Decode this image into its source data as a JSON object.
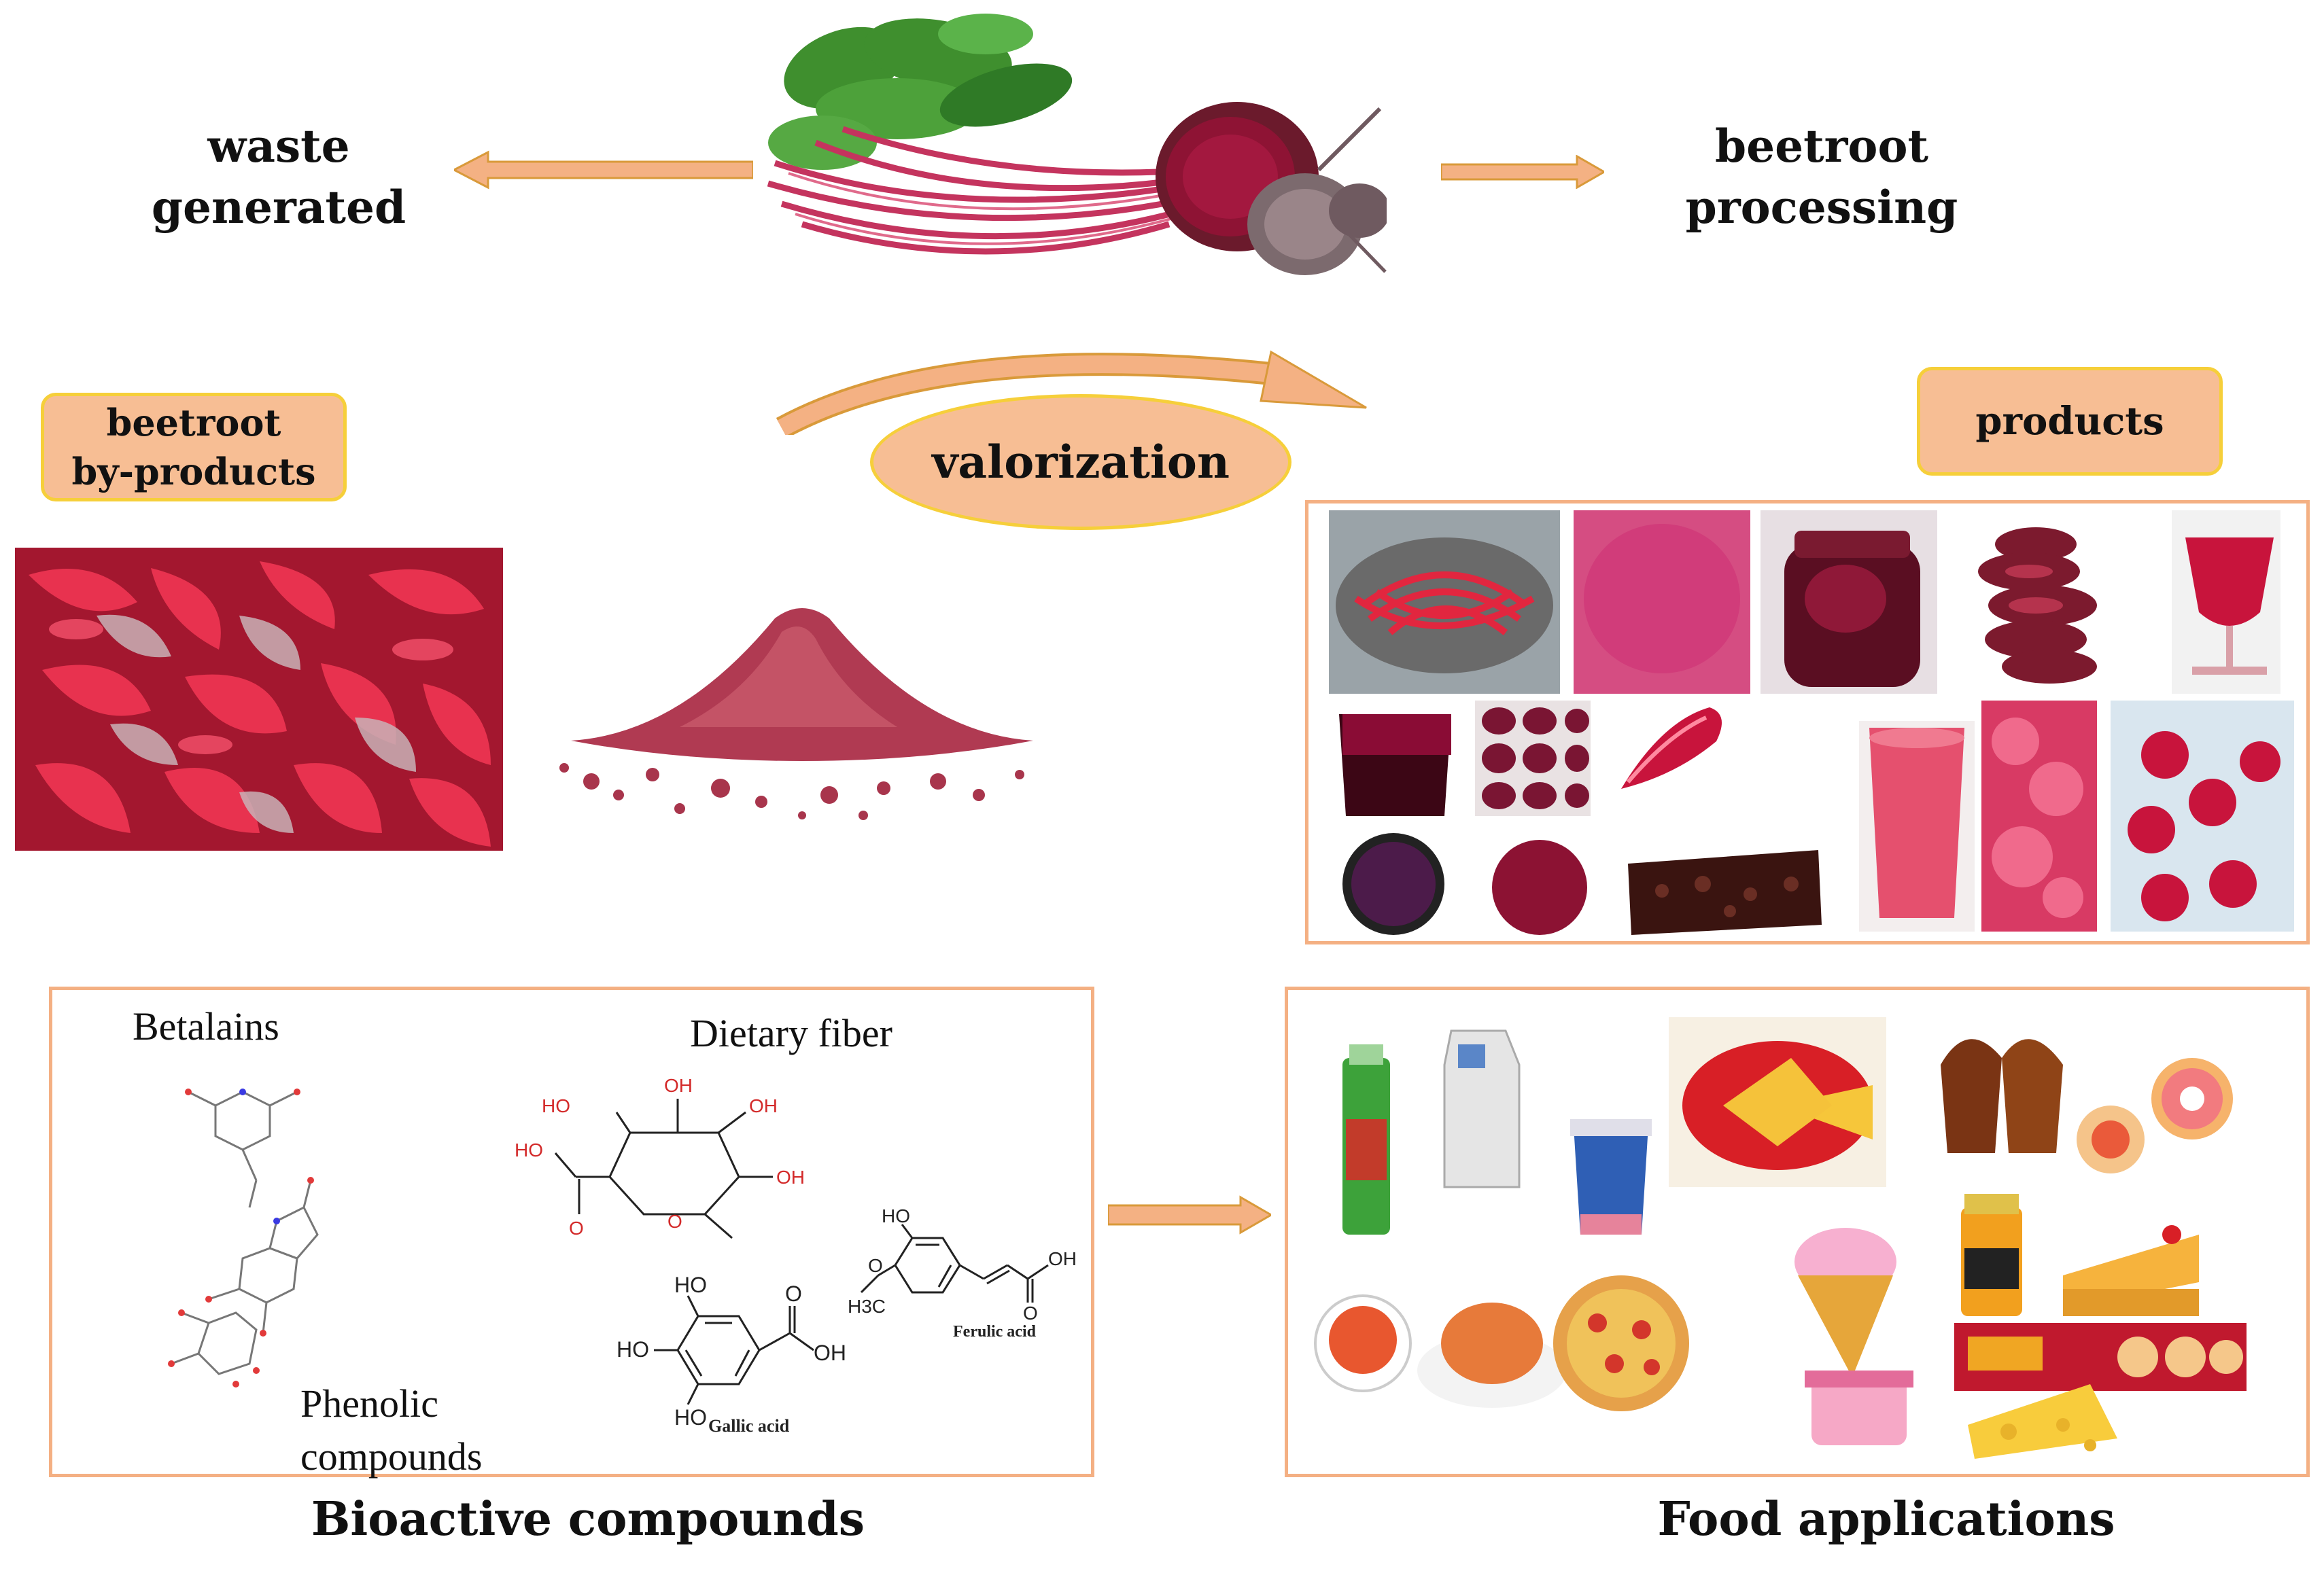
{
  "top": {
    "left_label_line1": "waste",
    "left_label_line2": "generated",
    "right_label_line1": "beetroot",
    "right_label_line2": "processing"
  },
  "center": {
    "valorization": "valorization"
  },
  "byproducts": {
    "label_line1": "beetroot",
    "label_line2": "by-products"
  },
  "products": {
    "label": "products"
  },
  "bioactive": {
    "title": "Bioactive compounds",
    "betalains": "Betalains",
    "dietary_fiber": "Dietary fiber",
    "phenolic_line1": "Phenolic",
    "phenolic_line2": "compounds",
    "gallic_acid": "Gallic acid",
    "ferulic_acid": "Ferulic acid",
    "chem_labels": {
      "ho": "HO",
      "oh": "OH",
      "o": "O",
      "h3c": "H3C"
    }
  },
  "food": {
    "title": "Food applications"
  },
  "colors": {
    "arrow_fill": "#f4b183",
    "arrow_stroke": "#d99a3a",
    "label_fill": "#f7be94",
    "label_border": "#f6cf3a",
    "frame_border": "#f4b083",
    "beet_red": "#c2184a"
  },
  "icons": [
    "beetroot-bunch-image",
    "beet-peel-image",
    "beet-powder-image",
    "food-product-images",
    "food-icons"
  ]
}
